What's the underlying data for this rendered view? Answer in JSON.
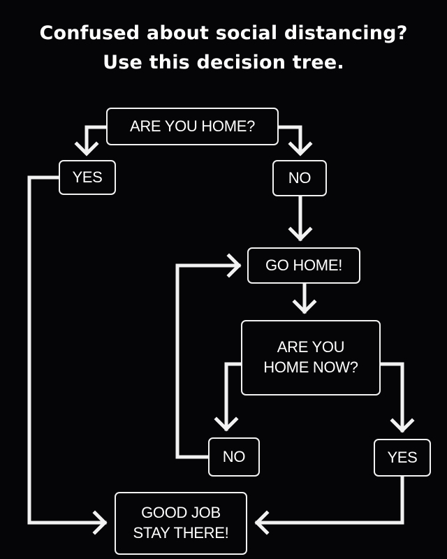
{
  "title": {
    "line1": "Confused about social distancing?",
    "line2": "Use this decision tree."
  },
  "nodes": {
    "are_you_home": "ARE YOU HOME?",
    "yes_home": "YES",
    "no_home": "NO",
    "go_home": "GO HOME!",
    "are_you_home_now_line1": "ARE YOU",
    "are_you_home_now_line2": "HOME NOW?",
    "no_home_now": "NO",
    "yes_home_now": "YES",
    "good_job_line1": "GOOD JOB",
    "good_job_line2": "STAY THERE!"
  },
  "colors": {
    "background": "#050508",
    "foreground": "#ffffff"
  }
}
